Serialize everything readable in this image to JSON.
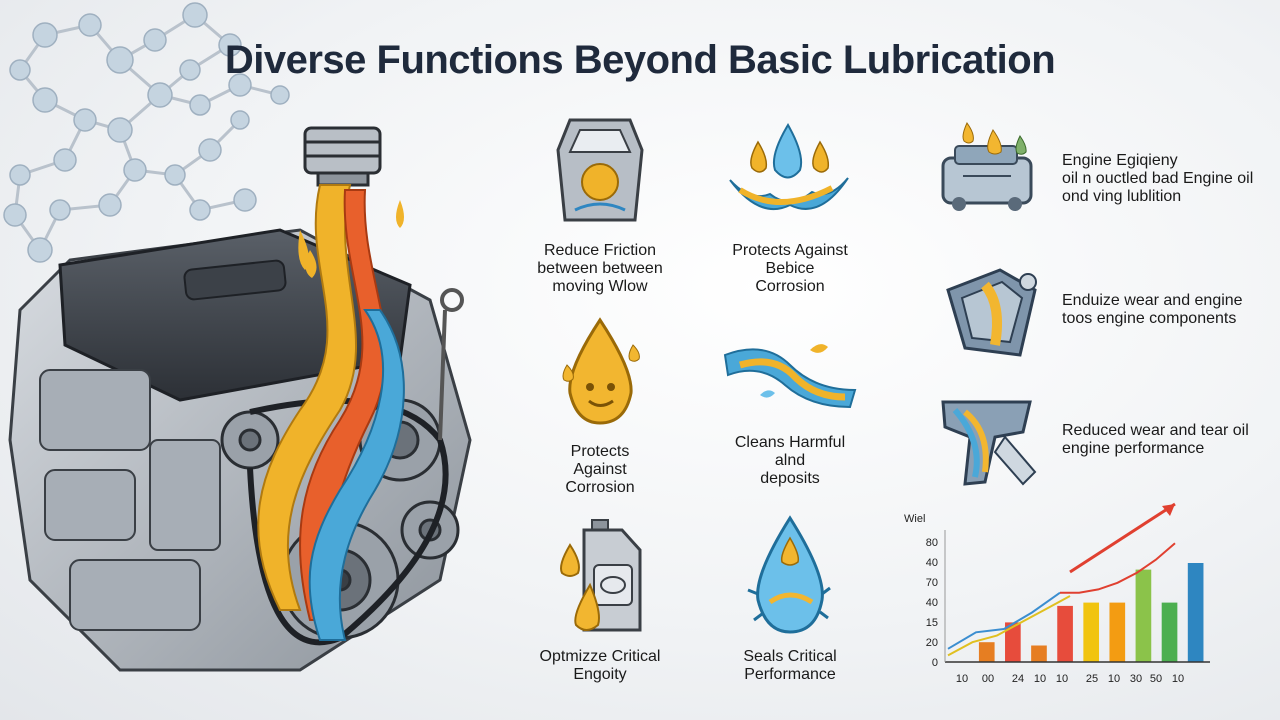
{
  "title": "Diverse Functions Beyond Basic Lubrication",
  "functions": [
    {
      "lines": [
        "Reduce Friction",
        "between between",
        "moving Wlow"
      ],
      "icon": "friction-bracket-icon"
    },
    {
      "lines": [
        "Protects Against",
        "Bebice",
        "Corrosion"
      ],
      "icon": "oil-splash-icon"
    },
    {
      "lines": [
        "Protects",
        "Against",
        "Corrosion"
      ],
      "icon": "oil-drop-icon"
    },
    {
      "lines": [
        "Cleans Harmful",
        "alnd",
        "deposits"
      ],
      "icon": "fluid-stream-icon"
    },
    {
      "lines": [
        "Optmizze Critical",
        "Engoity"
      ],
      "icon": "oil-canister-icon"
    },
    {
      "lines": [
        "Seals Critical",
        "Performance"
      ],
      "icon": "water-drop-seal-icon"
    }
  ],
  "right_items": [
    {
      "lines": [
        "Engine Egiqieny",
        "oil n ouctled bad Engine oil",
        "ond ving lublition"
      ],
      "icon": "engine-block-icon"
    },
    {
      "lines": [
        "Enduize wear and engine",
        "toos engine components"
      ],
      "icon": "piston-wear-icon"
    },
    {
      "lines": [
        "Reduced wear and tear oil",
        "engine performance"
      ],
      "icon": "connecting-rod-icon"
    }
  ],
  "chart_data": {
    "type": "bar",
    "title": "",
    "ylabel": "Wiel",
    "y_tick_labels": [
      "80",
      "40",
      "70",
      "40",
      "15",
      "20",
      "0"
    ],
    "x_tick_labels": [
      "10",
      "00",
      "24",
      "10",
      "10",
      "25",
      "10",
      "30",
      "50",
      "10"
    ],
    "bars": [
      {
        "value": 6,
        "color": "#e67e22"
      },
      {
        "value": 12,
        "color": "#e74c3c"
      },
      {
        "value": 5,
        "color": "#e67e22"
      },
      {
        "value": 17,
        "color": "#e74c3c"
      },
      {
        "value": 18,
        "color": "#f1c40f"
      },
      {
        "value": 18,
        "color": "#f39c12"
      },
      {
        "value": 28,
        "color": "#8bc34a"
      },
      {
        "value": 18,
        "color": "#4caf50"
      },
      {
        "value": 30,
        "color": "#2e86c1"
      }
    ],
    "lines": [
      {
        "color": "#3b8ed0",
        "values": [
          4,
          9,
          10,
          15,
          21
        ]
      },
      {
        "color": "#e0c020",
        "values": [
          2,
          6,
          8,
          12,
          16,
          20
        ]
      },
      {
        "color": "#e04030",
        "values": [
          21,
          21,
          22,
          24,
          27,
          31,
          36
        ]
      }
    ],
    "ymax": 40
  }
}
